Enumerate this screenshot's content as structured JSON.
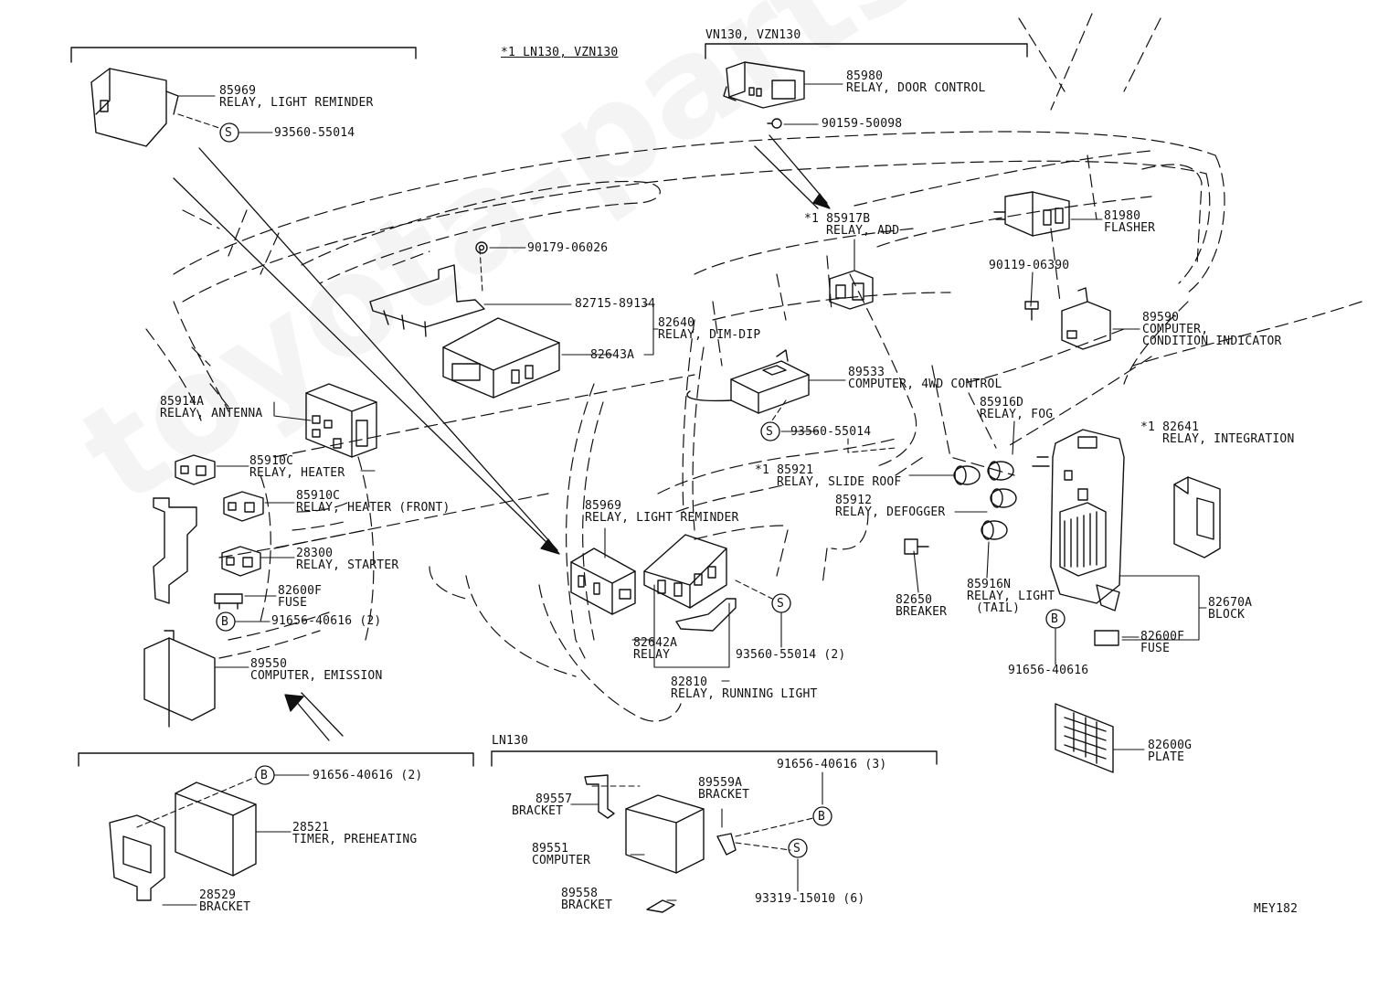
{
  "diagram_code": "MEY182",
  "watermark": "toyota-parts.ru",
  "headers": {
    "ln130_vzn130": "*1 LN130, VZN130",
    "vn130_vzn130": "VN130, VZN130",
    "ln130": "LN130"
  },
  "parts": {
    "p85969_top": [
      "85969",
      "RELAY, LIGHT REMINDER"
    ],
    "p93560_top": "93560-55014",
    "p85980": [
      "85980",
      "RELAY, DOOR CONTROL"
    ],
    "p90159": "90159-50098",
    "p90179": "90179-06026",
    "p82715": "82715-89134",
    "p82640": [
      "82640",
      "RELAY, DIM-DIP"
    ],
    "p82643a": "82643A",
    "p85917b": [
      "*1 85917B",
      "RELAY, ADD"
    ],
    "p81980": [
      "81980",
      "FLASHER"
    ],
    "p90119": "90119-06390",
    "p89590": [
      "89590",
      "COMPUTER,",
      "CONDITION INDICATOR"
    ],
    "p89533": [
      "89533",
      "COMPUTER, 4WD CONTROL"
    ],
    "p93560_mid": "93560-55014",
    "p85916d": [
      "85916D",
      "RELAY, FOG"
    ],
    "p82641": [
      "*1 82641",
      "RELAY, INTEGRATION"
    ],
    "p85921": [
      "*1 85921",
      "RELAY, SLIDE ROOF"
    ],
    "p85912": [
      "85912",
      "RELAY, DEFOGGER"
    ],
    "p85914a": [
      "85914A",
      "RELAY, ANTENNA"
    ],
    "p85910c_heater": [
      "85910C",
      "RELAY, HEATER"
    ],
    "p85910c_front": [
      "85910C",
      "RELAY, HEATER (FRONT)"
    ],
    "p28300": [
      "28300",
      "RELAY, STARTER"
    ],
    "p82600f_left": [
      "82600F",
      "FUSE"
    ],
    "p91656_left": "91656-40616 (2)",
    "p89550": [
      "89550",
      "COMPUTER, EMISSION"
    ],
    "p85969_mid": [
      "85969",
      "RELAY, LIGHT REMINDER"
    ],
    "p82642a": [
      "82642A",
      "RELAY"
    ],
    "p82810": [
      "82810",
      "RELAY, RUNNING LIGHT"
    ],
    "p93560_2": "93560-55014 (2)",
    "p82650": [
      "82650",
      "BREAKER"
    ],
    "p85916n": [
      "85916N",
      "RELAY, LIGHT",
      "(TAIL)"
    ],
    "p82670a": [
      "82670A",
      "BLOCK"
    ],
    "p82600f_right": [
      "82600F",
      "FUSE"
    ],
    "p91656_right": "91656-40616",
    "p82600g": [
      "82600G",
      "PLATE"
    ],
    "p91656_bottom": "91656-40616 (2)",
    "p28521": [
      "28521",
      "TIMER, PREHEATING"
    ],
    "p28529": [
      "28529",
      "BRACKET"
    ],
    "p89557": [
      "89557",
      "BRACKET"
    ],
    "p89559a": [
      "89559A",
      "BRACKET"
    ],
    "p89551": [
      "89551",
      "COMPUTER"
    ],
    "p89558": [
      "89558",
      "BRACKET"
    ],
    "p91656_3": "91656-40616 (3)",
    "p93319": "93319-15010 (6)"
  },
  "symbols": {
    "s_mark": "S",
    "b_mark": "B"
  }
}
